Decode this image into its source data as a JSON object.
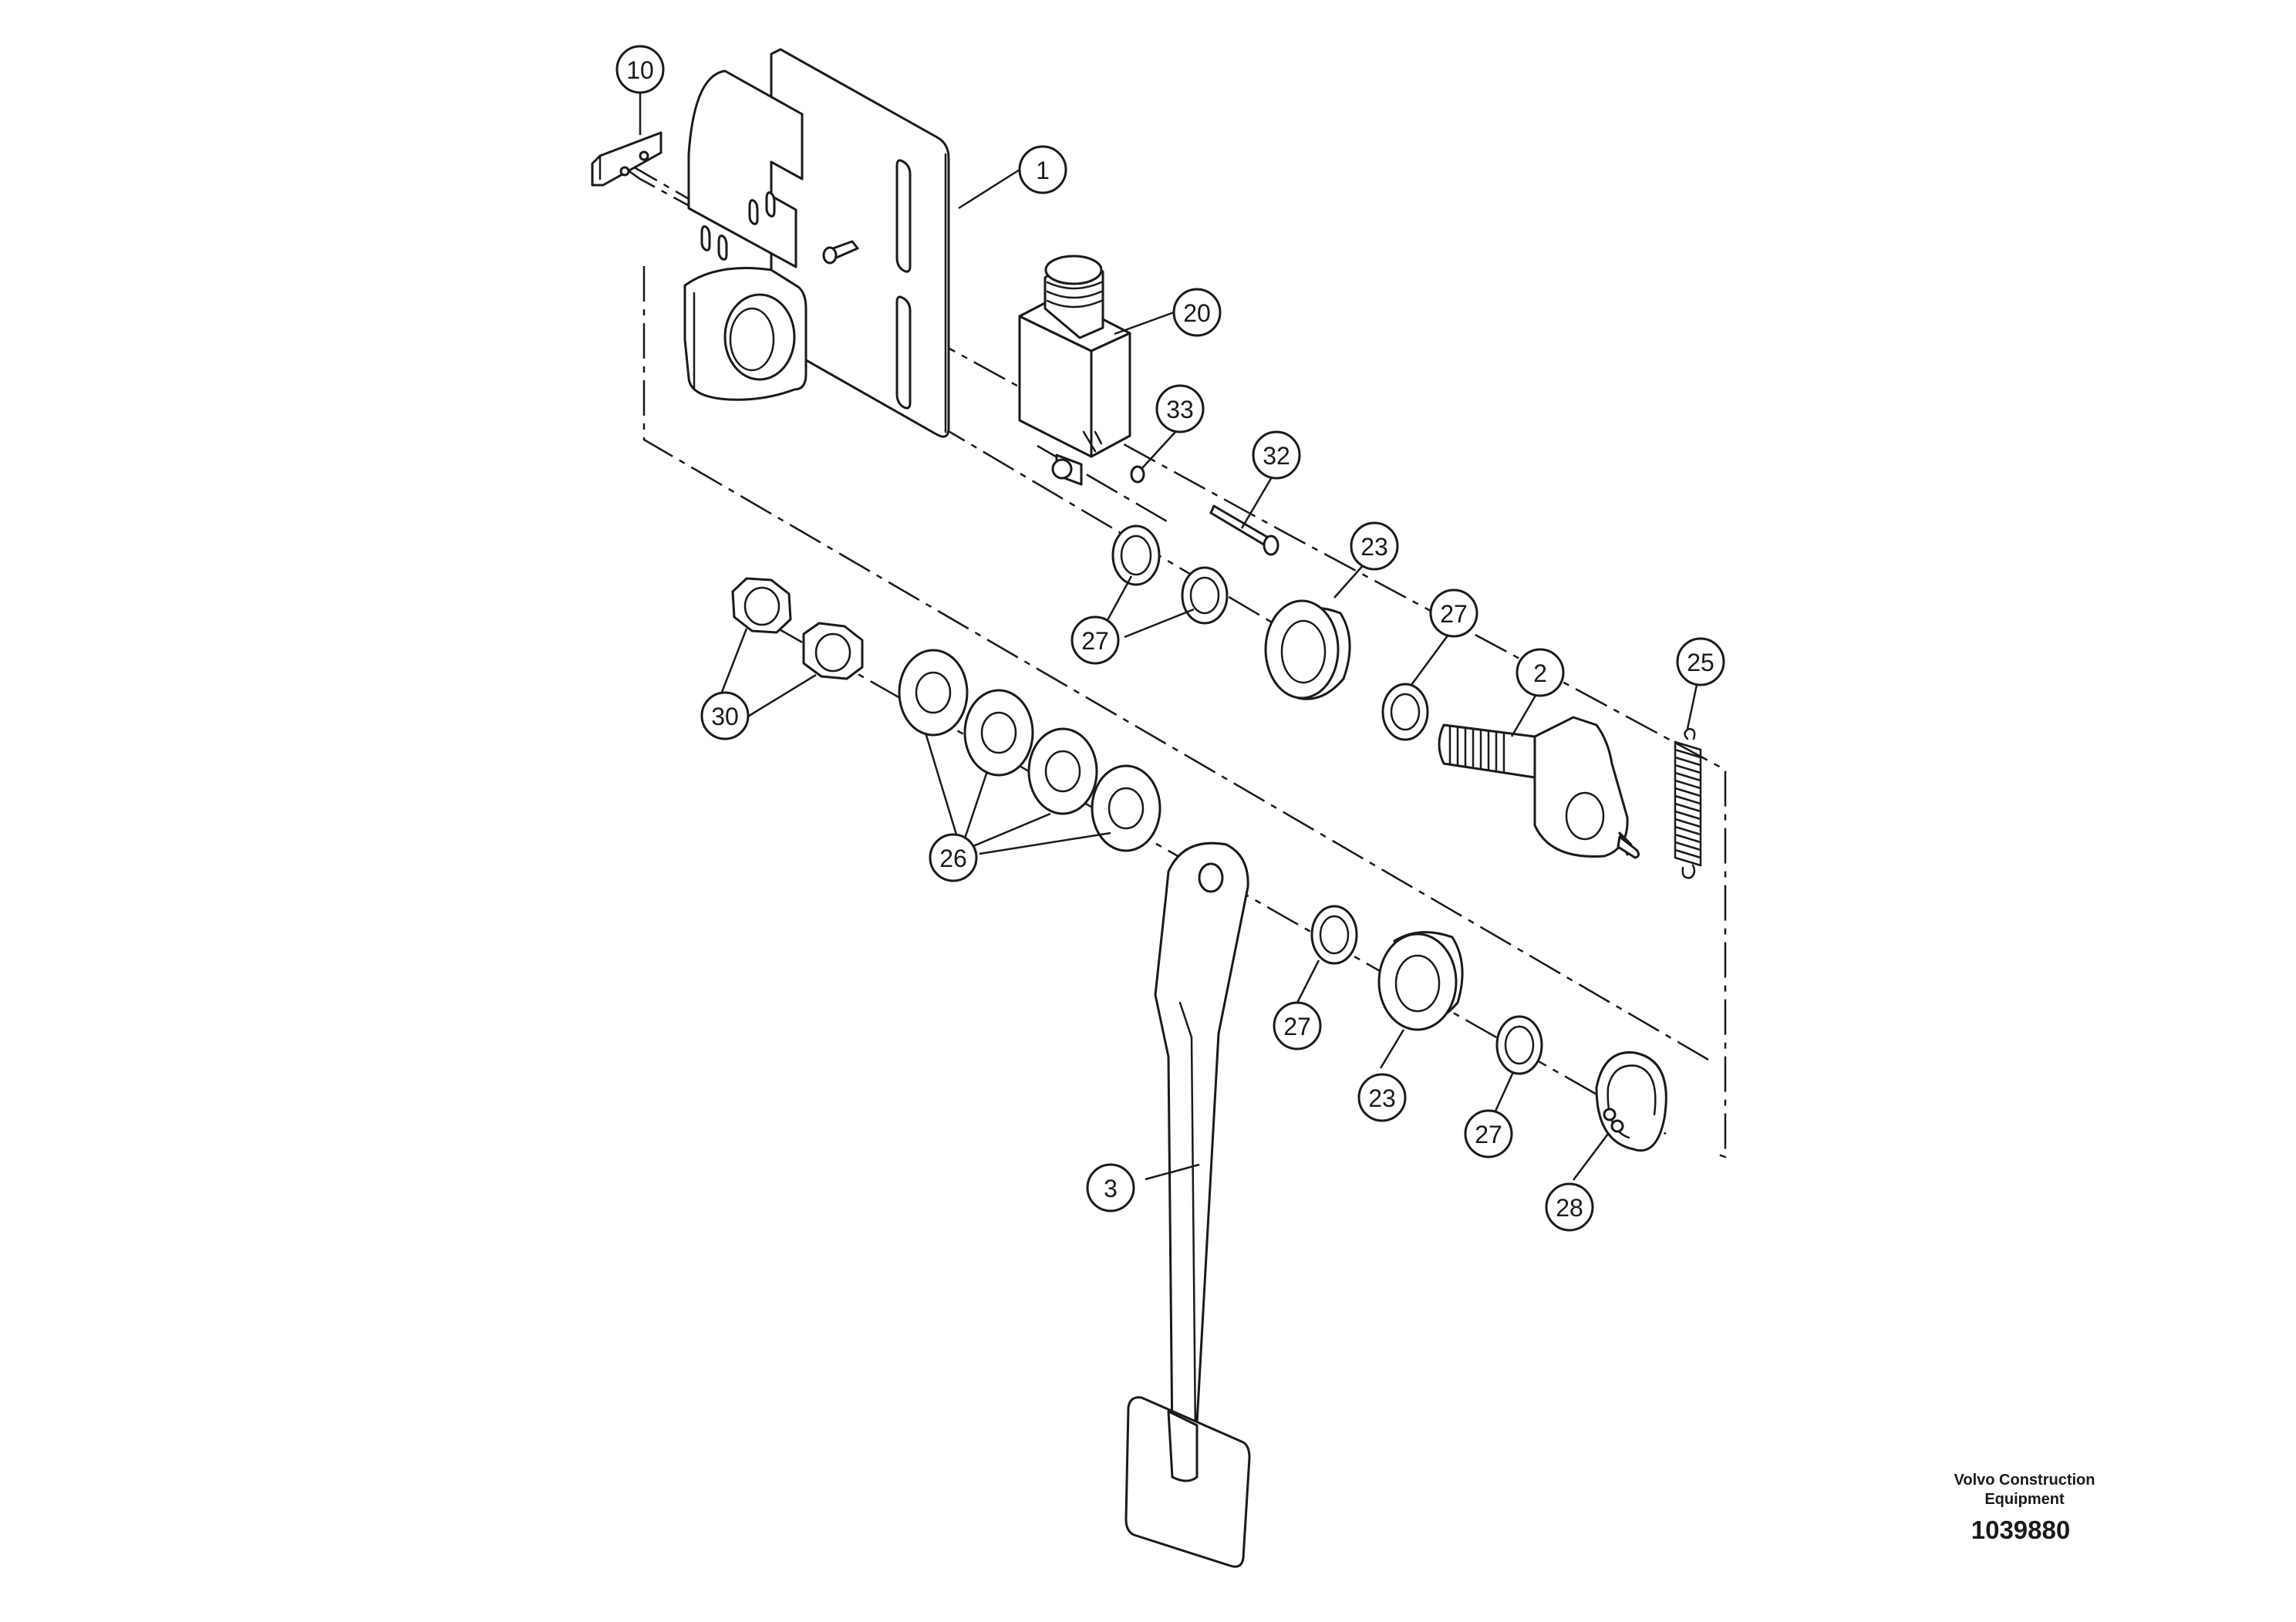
{
  "callouts": {
    "c10": "10",
    "c1": "1",
    "c20": "20",
    "c33": "33",
    "c32": "32",
    "c23a": "23",
    "c27a": "27",
    "c27b": "27",
    "c2": "2",
    "c25": "25",
    "c30": "30",
    "c26": "26",
    "c27c": "27",
    "c23b": "23",
    "c27d": "27",
    "c28": "28",
    "c3": "3"
  },
  "footer": {
    "brand_line1": "Volvo Construction",
    "brand_line2": "Equipment",
    "doc_number": "1039880"
  }
}
